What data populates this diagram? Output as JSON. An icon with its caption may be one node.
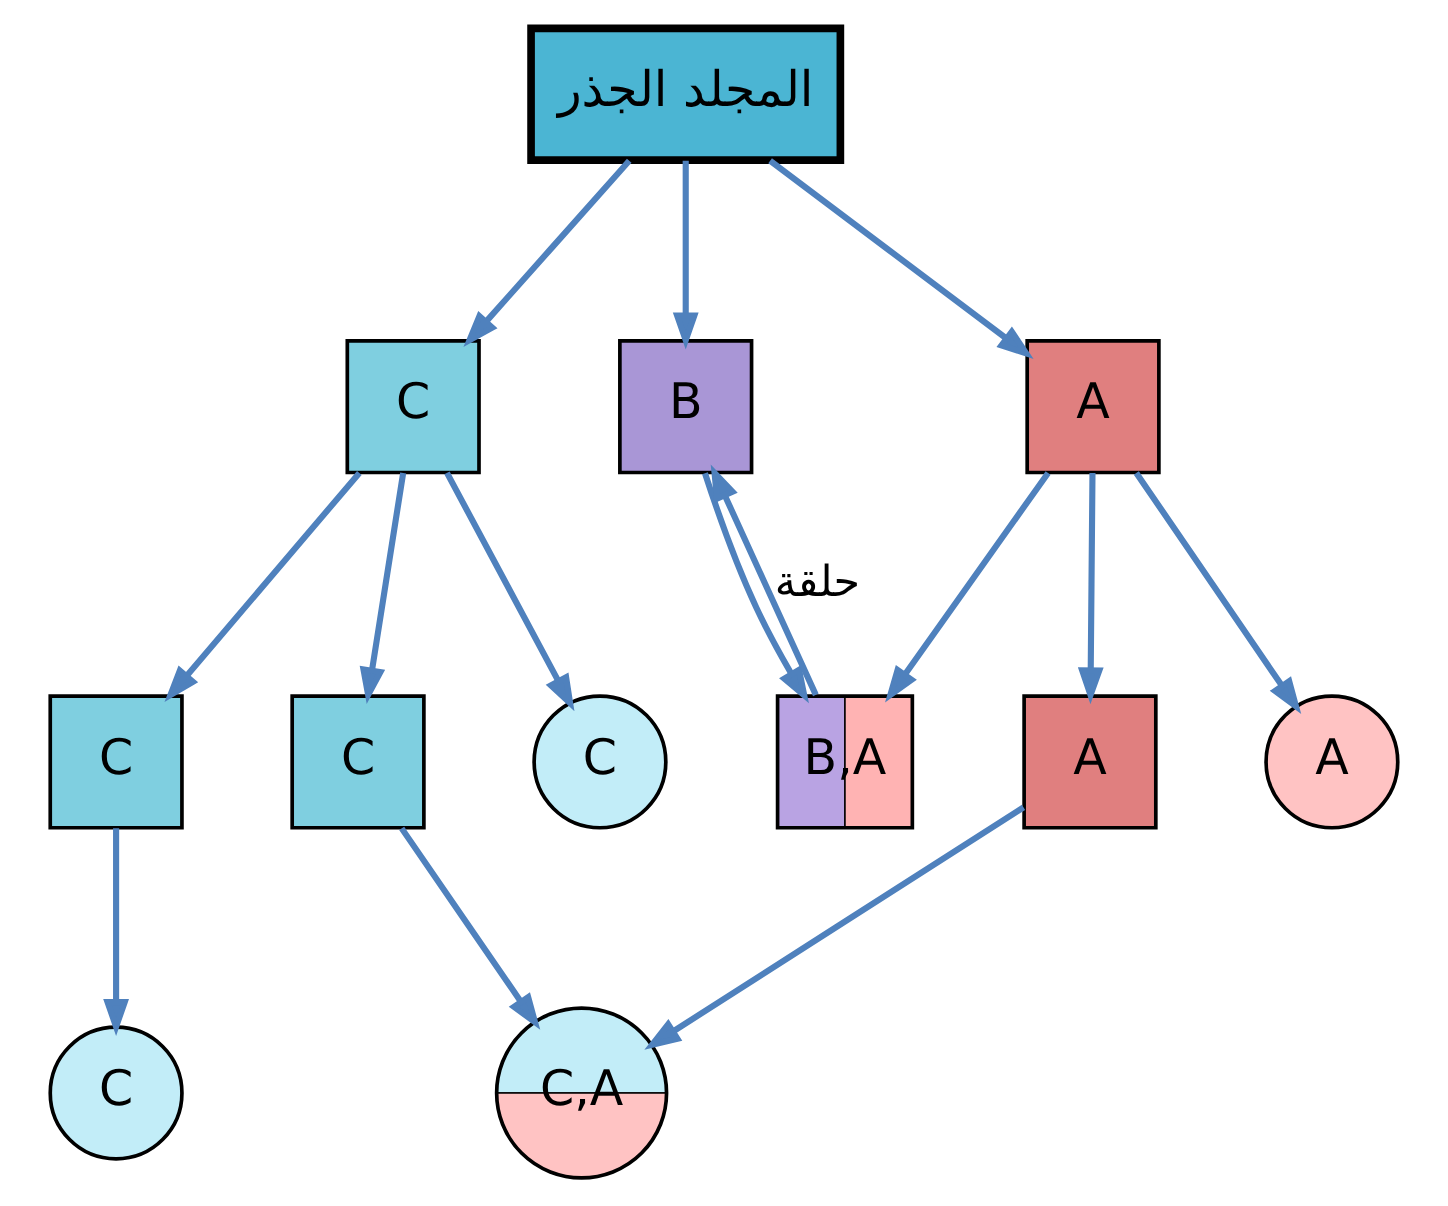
{
  "diagram": {
    "nodes": [
      {
        "text": [
          "المجلد الجذر"
        ]
      },
      {
        "text": [
          "C"
        ]
      },
      {
        "text": [
          "B"
        ]
      },
      {
        "text": [
          "A"
        ]
      },
      {
        "text": [
          "C"
        ]
      },
      {
        "text": [
          "C"
        ]
      },
      {
        "text": [
          "C"
        ]
      },
      {
        "text": [
          "B,A"
        ]
      },
      {
        "text": [
          "A"
        ]
      },
      {
        "text": [
          "A"
        ]
      },
      {
        "text": [
          "C"
        ]
      },
      {
        "text": [
          "C,A"
        ]
      }
    ],
    "edges": [
      {
        "from": 0,
        "to": 1,
        "arrow": "to"
      },
      {
        "from": 0,
        "to": 2,
        "arrow": "to"
      },
      {
        "from": 0,
        "to": 3,
        "arrow": "to"
      },
      {
        "from": 1,
        "to": 4,
        "arrow": "to"
      },
      {
        "from": 1,
        "to": 5,
        "arrow": "to"
      },
      {
        "from": 1,
        "to": 6,
        "arrow": "to"
      },
      {
        "from": 2,
        "to": 7,
        "arrow": "to"
      },
      {
        "from": 3,
        "to": 7,
        "arrow": "to"
      },
      {
        "from": 3,
        "to": 8,
        "arrow": "to"
      },
      {
        "from": 3,
        "to": 9,
        "arrow": "to"
      },
      {
        "from": 7,
        "to": 2,
        "arrow": "to",
        "label": "حلقة"
      },
      {
        "from": 4,
        "to": 10,
        "arrow": "to"
      },
      {
        "from": 5,
        "to": 11,
        "arrow": "to"
      },
      {
        "from": 8,
        "to": 11,
        "arrow": "to"
      }
    ]
  }
}
